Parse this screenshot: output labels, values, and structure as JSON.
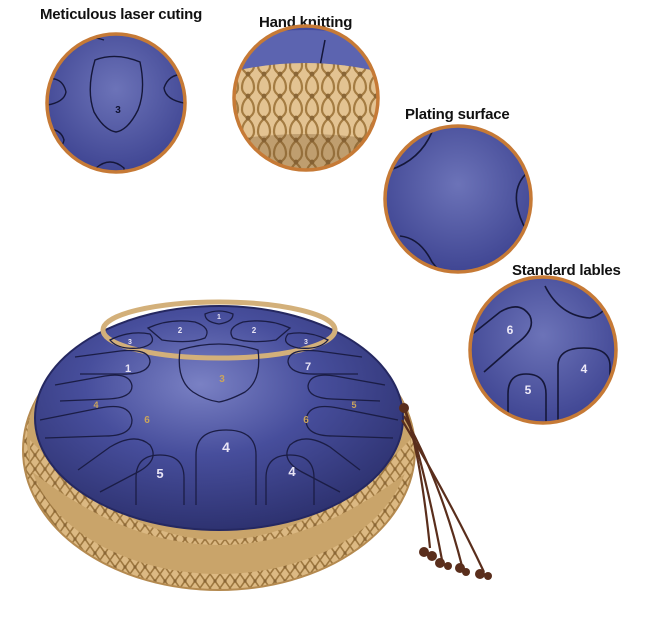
{
  "labels": {
    "laser": "Meticulous laser cuting",
    "knitting": "Hand knitting",
    "plating": "Plating surface",
    "lables": "Standard lables"
  },
  "notes": {
    "center": "3",
    "left_inner": "1",
    "left_mid": "6",
    "left_low": "5",
    "center_low": "4",
    "right_low": "4",
    "right_mid": "6",
    "right_inner": "7",
    "top_left": "2",
    "top_center": "1",
    "top_right": "2",
    "outer_left": "4",
    "outer_right": "5",
    "outer_top_left": "3",
    "outer_top_right": "3"
  },
  "detail_laser": {
    "note": "3"
  },
  "detail_labels": {
    "note_a": "6",
    "note_b": "5",
    "note_c": "4"
  },
  "colors": {
    "drum": "#414796",
    "drum_dark": "#2b2f6e",
    "drum_light": "#6f76bc",
    "rope": "#d9b57c",
    "rope_dark": "#a57f45",
    "frame": "#c17a3a",
    "tassel": "#5a2e1c"
  }
}
